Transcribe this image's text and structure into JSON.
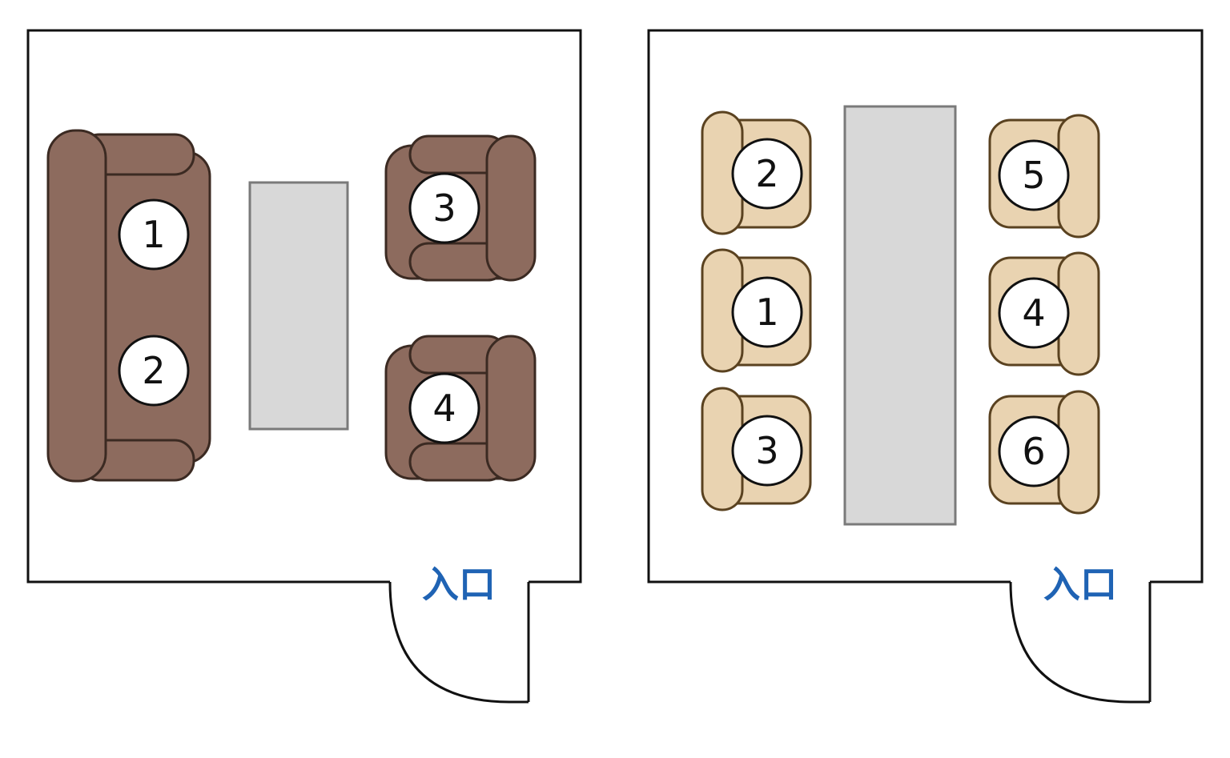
{
  "colors": {
    "wall": "#111111",
    "table_fill": "#d8d8d8",
    "table_stroke": "#7a7a7a",
    "sofa_fill": "#8d6b5e",
    "sofa_stroke": "#3b2a22",
    "chair_fill": "#e9d3b1",
    "chair_stroke": "#5a4220",
    "entrance_text": "#1f63b4",
    "seat_badge_fill": "#ffffff",
    "seat_badge_stroke": "#111111"
  },
  "rooms": [
    {
      "name": "sofa-room",
      "entrance_label": "入口",
      "seats": [
        "1",
        "2",
        "3",
        "4"
      ]
    },
    {
      "name": "conference-room",
      "entrance_label": "入口",
      "seats": [
        "2",
        "1",
        "3",
        "5",
        "4",
        "6"
      ]
    }
  ]
}
